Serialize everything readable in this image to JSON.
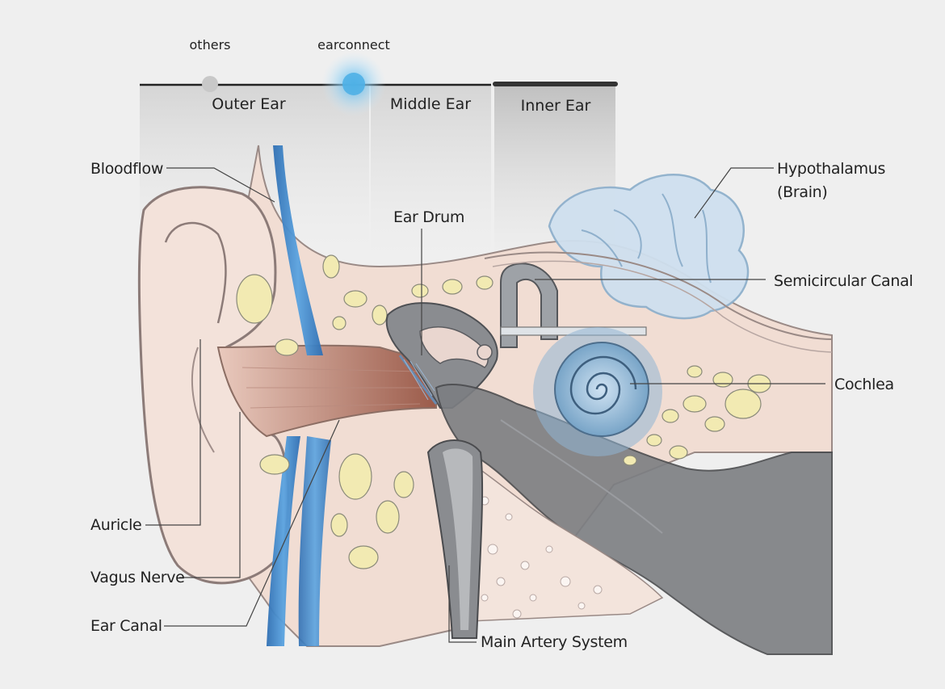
{
  "legend": {
    "others_label": "others",
    "earconnect_label": "earconnect"
  },
  "sections": {
    "outer": "Outer Ear",
    "middle": "Middle Ear",
    "inner": "Inner Ear"
  },
  "labels": {
    "bloodflow": "Bloodflow",
    "ear_drum": "Ear Drum",
    "hypothalamus_line1": "Hypothalamus",
    "hypothalamus_line2": "(Brain)",
    "semicircular_canal": "Semicircular Canal",
    "cochlea": "Cochlea",
    "auricle": "Auricle",
    "vagus_nerve": "Vagus Nerve",
    "ear_canal": "Ear Canal",
    "main_artery": "Main Artery System"
  },
  "colors": {
    "background": "#efefef",
    "skin": "#f0d9cf",
    "skin_dark": "#d8b2a4",
    "bone": "#f3eab6",
    "artery": "#4a8fd0",
    "brain": "#c9dcee",
    "cochlea": "#7fa8c9",
    "dark_tissue": "#7a7c80",
    "earconnect_accent": "#5ab8ea"
  }
}
